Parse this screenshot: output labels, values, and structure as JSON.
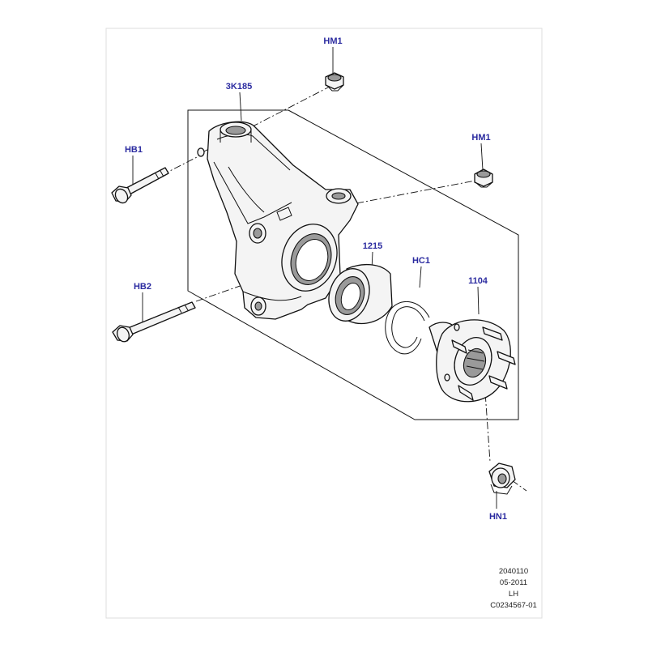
{
  "diagram": {
    "colors": {
      "label": "#2b2ba0",
      "line": "#111111",
      "background": "#ffffff",
      "sheet_border": "#dddddd"
    },
    "callouts": {
      "hm1_top": "HM1",
      "knuckle": "3K185",
      "hm1_right": "HM1",
      "hb1": "HB1",
      "bearing": "1215",
      "circlip": "HC1",
      "hub": "1104",
      "hb2": "HB2",
      "hn1": "HN1"
    },
    "metadata": {
      "line1": "2040110",
      "line2": "05-2011",
      "line3": "LH",
      "line4": "C0234567-01"
    }
  }
}
